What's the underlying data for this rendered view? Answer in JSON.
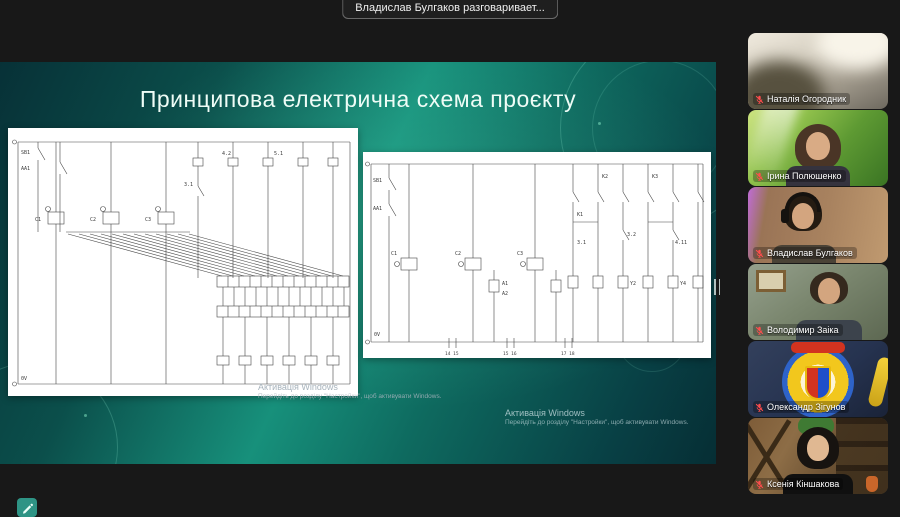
{
  "notification": {
    "text": "Владислав Булгаков разговаривает..."
  },
  "slide": {
    "title": "Принципова електрична схема проєкту"
  },
  "watermarks": {
    "left": {
      "title": "Активація Windows",
      "subtitle": "Перейдіть до розділу \"Настройки\", щоб активувати Windows."
    },
    "right": {
      "title": "Активація Windows",
      "subtitle": "Перейдіть до розділу \"Настройки\", щоб активувати Windows."
    }
  },
  "diagram_left": {
    "labels": [
      "SB1",
      "AA1",
      "C1",
      "C2",
      "C3",
      "3.1",
      "4.2",
      "5.1",
      "0V"
    ]
  },
  "diagram_right": {
    "labels": [
      "SB1",
      "AA1",
      "C1",
      "C2",
      "C3",
      "K1",
      "K2",
      "K3",
      "3.1",
      "3.2",
      "4.11",
      "A1",
      "A2",
      "Y2",
      "Y4",
      "14 15",
      "15 16",
      "17 18",
      "0V"
    ]
  },
  "participants": [
    {
      "name": "Наталія Огородник",
      "muted": true
    },
    {
      "name": "Ірина Полюшенко",
      "muted": true
    },
    {
      "name": "Владислав Булгаков",
      "muted": true
    },
    {
      "name": "Володимир Заіка",
      "muted": true
    },
    {
      "name": "Олександр Зігунов",
      "muted": true
    },
    {
      "name": "Ксенія Кіншакова",
      "muted": true
    }
  ],
  "colors": {
    "slide_teal": "#17907b",
    "muted_red": "#ff4d4d",
    "annotate_teal": "#2e9485"
  }
}
